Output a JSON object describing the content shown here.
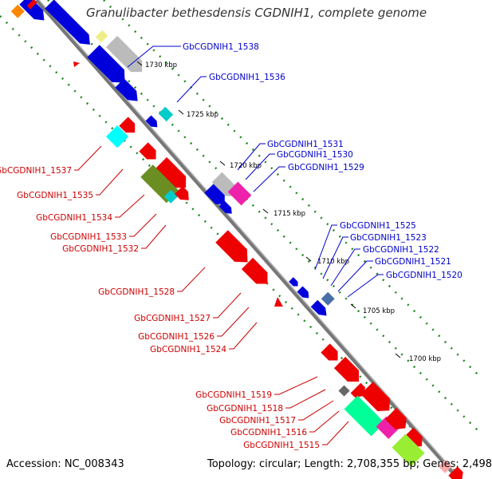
{
  "title": "Granulibacter bethesdensis CGDNIH1, complete genome",
  "footer": {
    "accession": "Accession: NC_008343",
    "topology": "Topology: circular; Length: 2,708,355 bp; Genes: 2,498"
  },
  "scale_labels": [
    "1730 kbp",
    "1725 kbp",
    "1720 kbp",
    "1715 kbp",
    "1710 kbp",
    "1705 kbp",
    "1700 kbp"
  ],
  "genes_upper": [
    "GbCGDNIH1_1538",
    "GbCGDNIH1_1536",
    "GbCGDNIH1_1531",
    "GbCGDNIH1_1530",
    "GbCGDNIH1_1529",
    "GbCGDNIH1_1525",
    "GbCGDNIH1_1523",
    "GbCGDNIH1_1522",
    "GbCGDNIH1_1521",
    "GbCGDNIH1_1520"
  ],
  "genes_lower": [
    "GbCGDNIH1_1537",
    "GbCGDNIH1_1535",
    "GbCGDNIH1_1534",
    "GbCGDNIH1_1533",
    "GbCGDNIH1_1532",
    "GbCGDNIH1_1528",
    "GbCGDNIH1_1527",
    "GbCGDNIH1_1526",
    "GbCGDNIH1_1524",
    "GbCGDNIH1_1519",
    "GbCGDNIH1_1518",
    "GbCGDNIH1_1517",
    "GbCGDNIH1_1516",
    "GbCGDNIH1_1515"
  ],
  "colors": {
    "forward_strand": "#0000ee",
    "reverse_strand": "#ee0000",
    "backbone": "#888888",
    "gc_dots": "#1f8a1f"
  }
}
